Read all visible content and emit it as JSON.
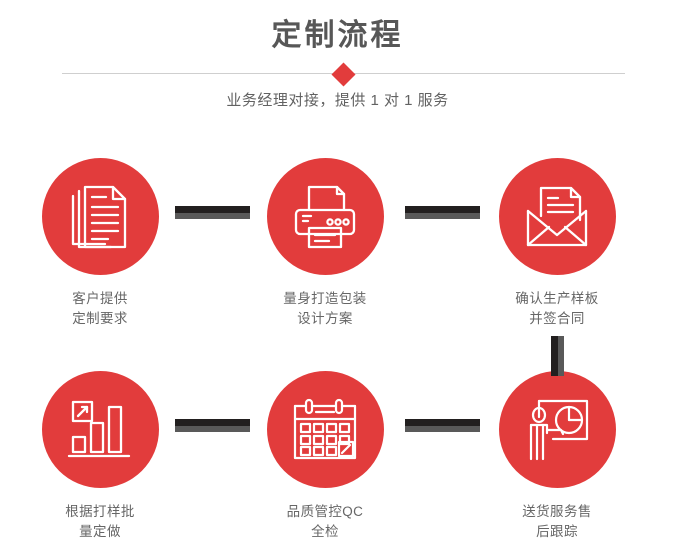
{
  "header": {
    "title": "定制流程",
    "subtitle": "业务经理对接，提供 1 对 1 服务",
    "divider_icon": "diamond-icon",
    "title_color": "#575757",
    "accent_color": "#e23c3c",
    "divider_color": "#cfcfcf"
  },
  "flow": {
    "connector_dark_color": "#221f1f",
    "connector_light_color": "#595959",
    "steps": [
      {
        "index": 1,
        "icon": "documents-stack-icon",
        "caption": "客户提供\n定制要求",
        "caption_lines": [
          "客户提供",
          "定制要求"
        ]
      },
      {
        "index": 2,
        "icon": "printer-icon",
        "caption": "量身打造包装\n设计方案",
        "caption_lines": [
          "量身打造包装",
          "设计方案"
        ]
      },
      {
        "index": 3,
        "icon": "envelope-document-icon",
        "caption": "确认生产样板\n并签合同",
        "caption_lines": [
          "确认生产样板",
          "并签合同"
        ]
      },
      {
        "index": 4,
        "icon": "bar-chart-growth-icon",
        "caption": "根据打样批\n量定做",
        "caption_lines": [
          "根据打样批",
          "量定做"
        ]
      },
      {
        "index": 5,
        "icon": "calendar-check-icon",
        "caption": "品质管控QC\n全检",
        "caption_lines": [
          "品质管控QC",
          "全检"
        ]
      },
      {
        "index": 6,
        "icon": "presenter-pie-chart-icon",
        "caption": "送货服务售\n后跟踪",
        "caption_lines": [
          "送货服务售",
          "后跟踪"
        ]
      }
    ],
    "connectors": [
      {
        "id": 1,
        "orientation": "horizontal",
        "from": 1,
        "to": 2
      },
      {
        "id": 2,
        "orientation": "horizontal",
        "from": 2,
        "to": 3
      },
      {
        "id": 3,
        "orientation": "vertical",
        "from": 3,
        "to": 6
      },
      {
        "id": 4,
        "orientation": "horizontal",
        "from": 4,
        "to": 5
      },
      {
        "id": 5,
        "orientation": "horizontal",
        "from": 5,
        "to": 6
      }
    ]
  }
}
